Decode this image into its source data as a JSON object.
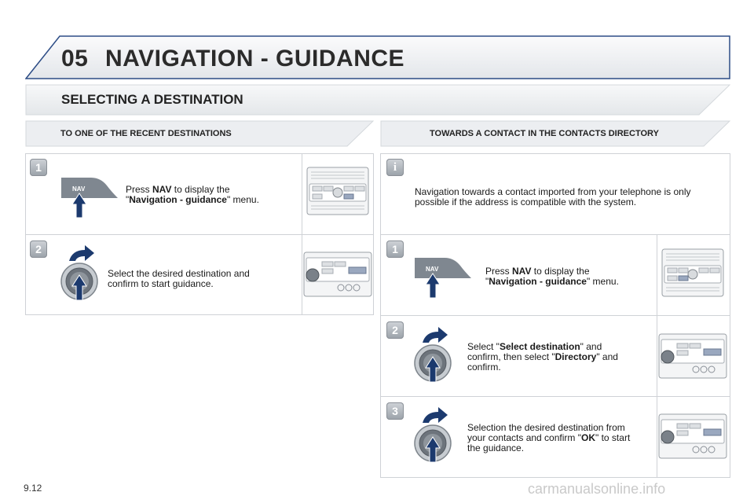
{
  "header": {
    "chapter": "05",
    "title": "NAVIGATION - GUIDANCE"
  },
  "section": {
    "title": "SELECTING A DESTINATION"
  },
  "left": {
    "heading": "TO ONE OF THE RECENT DESTINATIONS",
    "steps": [
      {
        "number": "1",
        "button_label": "NAV",
        "text_a": "Press ",
        "bold_a": "NAV",
        "text_b": " to display the",
        "text_c": "\"",
        "bold_b": "Navigation - guidance",
        "text_d": "\" menu."
      },
      {
        "number": "2",
        "line1": "Select the desired destination and",
        "line2": "confirm to start guidance."
      }
    ]
  },
  "right": {
    "heading": "TOWARDS A CONTACT IN THE CONTACTS DIRECTORY",
    "info": {
      "symbol": "i",
      "line1": "Navigation towards a contact imported from your telephone is only",
      "line2": "possible if the address is compatible with the system."
    },
    "steps": [
      {
        "number": "1",
        "button_label": "NAV",
        "text_a": "Press ",
        "bold_a": "NAV",
        "text_b": " to display the",
        "text_c": "\"",
        "bold_b": "Navigation - guidance",
        "text_d": "\" menu."
      },
      {
        "number": "2",
        "a": "Select \"",
        "b": "Select destination",
        "c": "\" and",
        "d": "confirm, then select \"",
        "e": "Directory",
        "f": "\" and",
        "g": "confirm."
      },
      {
        "number": "3",
        "a": "Selection the desired destination from",
        "b": "your contacts and confirm \"",
        "c": "OK",
        "d": "\" to start",
        "e": "the guidance."
      }
    ]
  },
  "footer": {
    "page": "9.12",
    "watermark": "carmanualsonline.info"
  },
  "colors": {
    "navy": "#1c3a6e",
    "border": "#cfd2d6",
    "bar": "#e9ebee"
  }
}
